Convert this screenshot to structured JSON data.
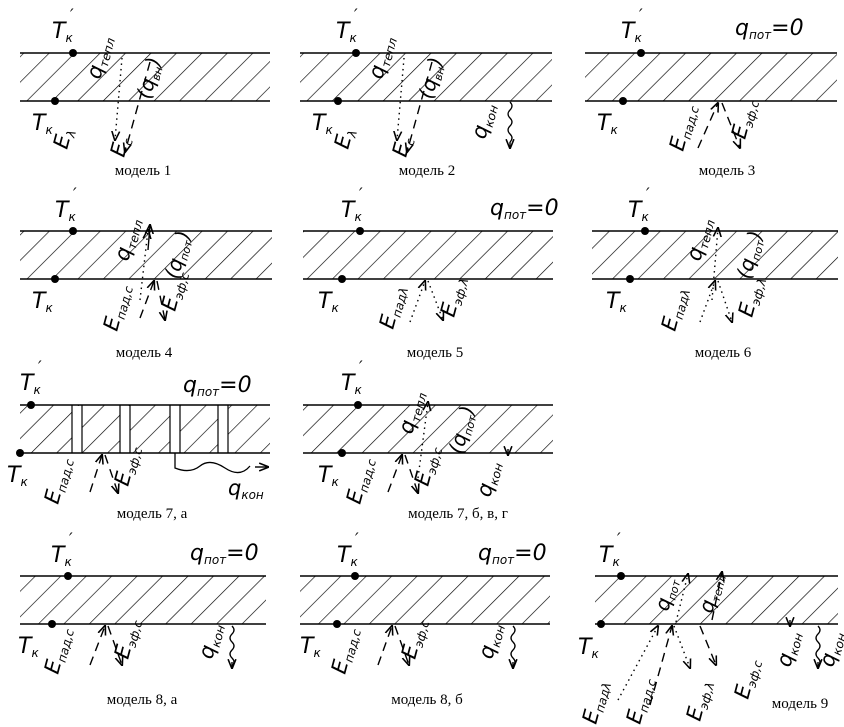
{
  "figure": {
    "panels": [
      {
        "id": "m1",
        "caption": "модель 1",
        "t_top": "T",
        "t_top_sub": "к",
        "t_top_prime": "′",
        "t_bot": "T",
        "t_bot_sub": "к",
        "arrows": [
          {
            "label": "q",
            "sub": "тепл"
          },
          {
            "label": "(q",
            "sub": "вн",
            "close": ")"
          },
          {
            "label": "E",
            "sub": "λ"
          },
          {
            "label": "E",
            "sub": "c"
          }
        ]
      },
      {
        "id": "m2",
        "caption": "модель 2",
        "t_top": "T",
        "t_top_sub": "к",
        "t_top_prime": "′",
        "t_bot": "T",
        "t_bot_sub": "к",
        "arrows": [
          {
            "label": "q",
            "sub": "тепл"
          },
          {
            "label": "(q",
            "sub": "вн",
            "close": ")"
          },
          {
            "label": "E",
            "sub": "λ"
          },
          {
            "label": "E",
            "sub": "c"
          },
          {
            "label": "q",
            "sub": "кон"
          }
        ]
      },
      {
        "id": "m3",
        "caption": "модель 3",
        "t_top": "T",
        "t_top_sub": "к",
        "t_top_prime": "′",
        "t_bot": "T",
        "t_bot_sub": "к",
        "qpot": "q",
        "qpot_sub": "пот",
        "qpot_eq": "=0",
        "arrows": [
          {
            "label": "E",
            "sub": "пад,c"
          },
          {
            "label": "E",
            "sub": "эф,c"
          }
        ]
      },
      {
        "id": "m4",
        "caption": "модель 4",
        "t_top": "T",
        "t_top_sub": "к",
        "t_top_prime": "′",
        "t_bot": "T",
        "t_bot_sub": "к",
        "arrows": [
          {
            "label": "q",
            "sub": "тепл"
          },
          {
            "label": "(q",
            "sub": "пот",
            "close": ")"
          },
          {
            "label": "E",
            "sub": "пад,c"
          },
          {
            "label": "E",
            "sub": "эф,c"
          }
        ]
      },
      {
        "id": "m5",
        "caption": "модель 5",
        "t_top": "T",
        "t_top_sub": "к",
        "t_top_prime": "′",
        "t_bot": "T",
        "t_bot_sub": "к",
        "qpot": "q",
        "qpot_sub": "пот",
        "qpot_eq": "=0",
        "arrows": [
          {
            "label": "E",
            "sub": "падλ"
          },
          {
            "label": "E",
            "sub": "эф,λ"
          }
        ]
      },
      {
        "id": "m6",
        "caption": "модель 6",
        "t_top": "T",
        "t_top_sub": "к",
        "t_top_prime": "′",
        "t_bot": "T",
        "t_bot_sub": "к",
        "arrows": [
          {
            "label": "q",
            "sub": "тепл"
          },
          {
            "label": "(q",
            "sub": "пот",
            "close": ")"
          },
          {
            "label": "E",
            "sub": "падλ"
          },
          {
            "label": "E",
            "sub": "эф,λ"
          }
        ]
      },
      {
        "id": "m7a",
        "caption": "модель 7, а",
        "t_top": "T",
        "t_top_sub": "к",
        "t_top_prime": "′",
        "t_bot": "T",
        "t_bot_sub": "к",
        "qpot": "q",
        "qpot_sub": "пот",
        "qpot_eq": "=0",
        "arrows": [
          {
            "label": "E",
            "sub": "пад,c"
          },
          {
            "label": "E",
            "sub": "эф,c"
          },
          {
            "label": "q",
            "sub": "кон"
          }
        ]
      },
      {
        "id": "m7b",
        "caption": "модель 7, б, в, г",
        "t_top": "T",
        "t_top_sub": "к",
        "t_top_prime": "′",
        "t_bot": "T",
        "t_bot_sub": "к",
        "arrows": [
          {
            "label": "q",
            "sub": "тепл"
          },
          {
            "label": "(q",
            "sub": "пот",
            "close": ")"
          },
          {
            "label": "E",
            "sub": "пад,c"
          },
          {
            "label": "E",
            "sub": "эф,c"
          },
          {
            "label": "q",
            "sub": "кон"
          }
        ]
      },
      {
        "id": "m8a",
        "caption": "модель 8, а",
        "t_top": "T",
        "t_top_sub": "к",
        "t_top_prime": "′",
        "t_bot": "T",
        "t_bot_sub": "к",
        "qpot": "q",
        "qpot_sub": "пот",
        "qpot_eq": "=0",
        "arrows": [
          {
            "label": "E",
            "sub": "пад,c"
          },
          {
            "label": "E",
            "sub": "эф,c"
          },
          {
            "label": "q",
            "sub": "кон"
          }
        ]
      },
      {
        "id": "m8b",
        "caption": "модель 8, б",
        "t_top": "T",
        "t_top_sub": "к",
        "t_top_prime": "′",
        "t_bot": "T",
        "t_bot_sub": "к",
        "qpot": "q",
        "qpot_sub": "пот",
        "qpot_eq": "=0",
        "arrows": [
          {
            "label": "E",
            "sub": "пад,c"
          },
          {
            "label": "E",
            "sub": "эф,c"
          },
          {
            "label": "q",
            "sub": "кон"
          }
        ]
      },
      {
        "id": "m9",
        "caption": "модель 9",
        "t_top": "T",
        "t_top_sub": "к",
        "t_top_prime": "′",
        "t_bot": "T",
        "t_bot_sub": "к",
        "arrows": [
          {
            "label": "q",
            "sub": "пот"
          },
          {
            "label": "q",
            "sub": "тепл"
          },
          {
            "label": "E",
            "sub": "падλ"
          },
          {
            "label": "E",
            "sub": "пад,c"
          },
          {
            "label": "E",
            "sub": "эф,λ"
          },
          {
            "label": "E",
            "sub": "эф,c"
          },
          {
            "label": "q",
            "sub": "кон"
          },
          {
            "label": "q",
            "sub": "кон"
          }
        ]
      }
    ]
  }
}
